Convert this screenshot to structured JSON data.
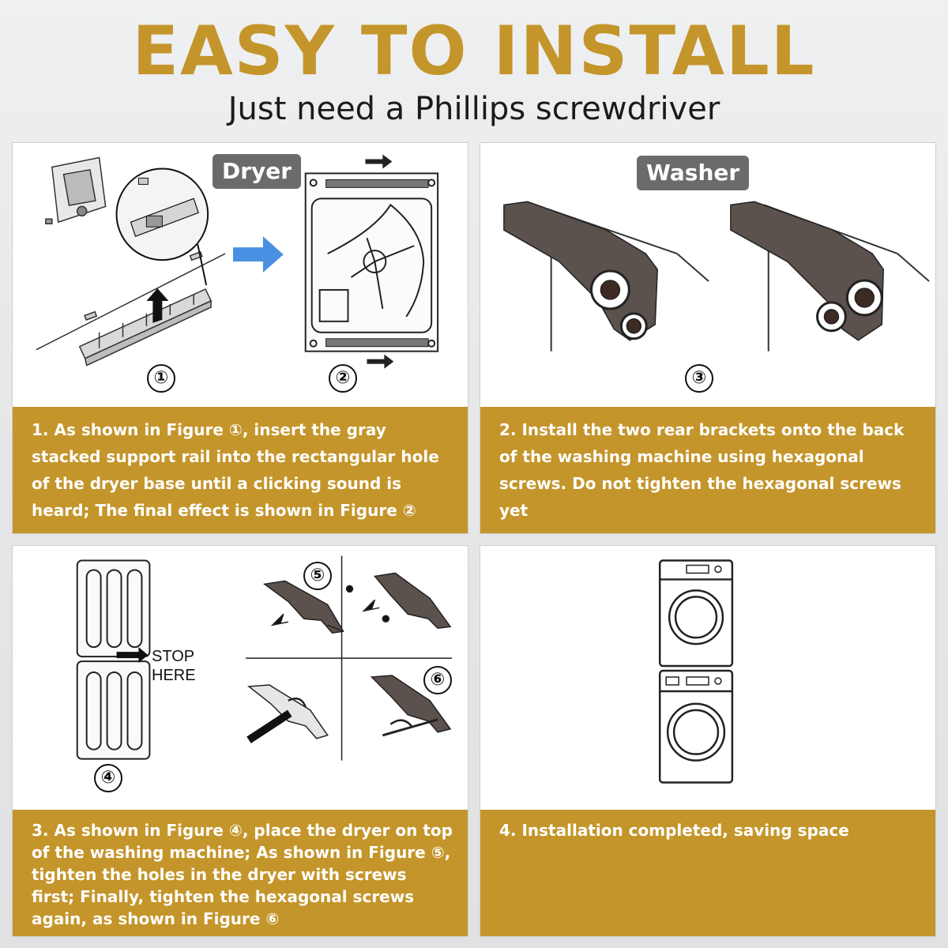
{
  "header": {
    "title": "EASY TO INSTALL",
    "subtitle": "Just need a Phillips screwdriver"
  },
  "colors": {
    "accent": "#c4952a",
    "tag_bg": "#6b6b6b",
    "arrow_blue": "#4a90e2"
  },
  "panels": [
    {
      "tag": "Dryer",
      "figures": [
        "①",
        "②"
      ],
      "caption": "1. As shown in Figure ①, insert the gray stacked support rail into the rectangular hole of the dryer base until a clicking sound is heard; The final effect is shown in Figure ②"
    },
    {
      "tag": "Washer",
      "figures": [
        "③"
      ],
      "caption": "2. Install the two rear brackets onto the back of the washing machine using hexagonal screws. Do not tighten the hexagonal screws yet"
    },
    {
      "figures": [
        "④",
        "⑤",
        "⑥"
      ],
      "stop_label": "STOP\nHERE",
      "caption": "3. As shown in Figure ④, place the dryer on top of the washing machine; As shown in Figure ⑤, tighten the holes in the dryer with screws first; Finally, tighten the hexagonal screws again, as shown in Figure ⑥"
    },
    {
      "caption": "4. Installation completed, saving space"
    }
  ]
}
